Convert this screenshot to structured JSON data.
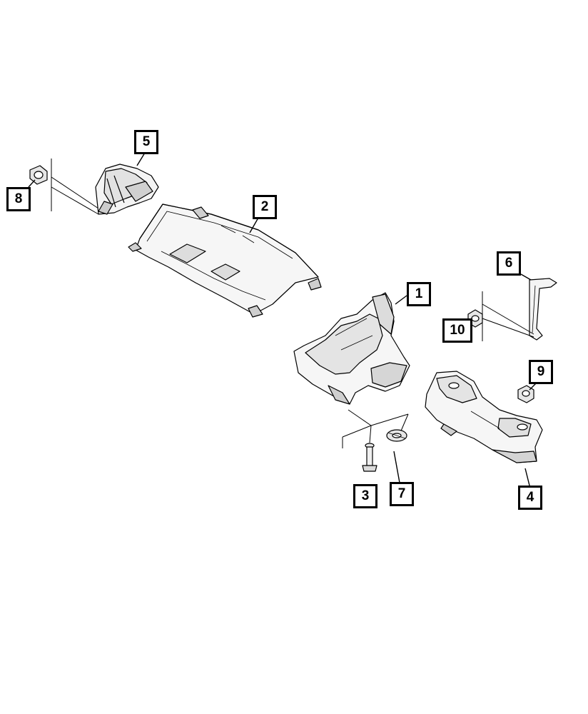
{
  "callouts": {
    "c1": "1",
    "c2": "2",
    "c3": "3",
    "c4": "4",
    "c5": "5",
    "c6": "6",
    "c7": "7",
    "c8": "8",
    "c9": "9",
    "c10": "10"
  },
  "colors": {
    "stroke": "#000000",
    "fill": "#ffffff",
    "shade": "#cfcfcf"
  }
}
